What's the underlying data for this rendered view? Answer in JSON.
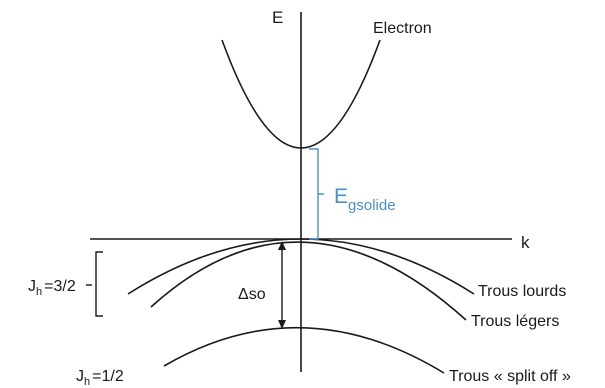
{
  "axes": {
    "energy_label": "E",
    "momentum_label": "k"
  },
  "bands": {
    "electron_label": "Electron",
    "heavy_holes_label": "Trous lourds",
    "light_holes_label": "Trous légers",
    "split_off_label": "Trous « split off »"
  },
  "gap": {
    "main": "E",
    "subscript": "gsolide",
    "color": "#4a90c8"
  },
  "spin_orbit": {
    "label": "Δso"
  },
  "angular_momentum": {
    "upper": {
      "main": "J",
      "subscript": "h",
      "value": "=3/2"
    },
    "lower": {
      "main": "J",
      "subscript": "h",
      "value": "=1/2"
    }
  },
  "colors": {
    "line": "#1a1a1a",
    "bracket": "#4a90c8"
  }
}
